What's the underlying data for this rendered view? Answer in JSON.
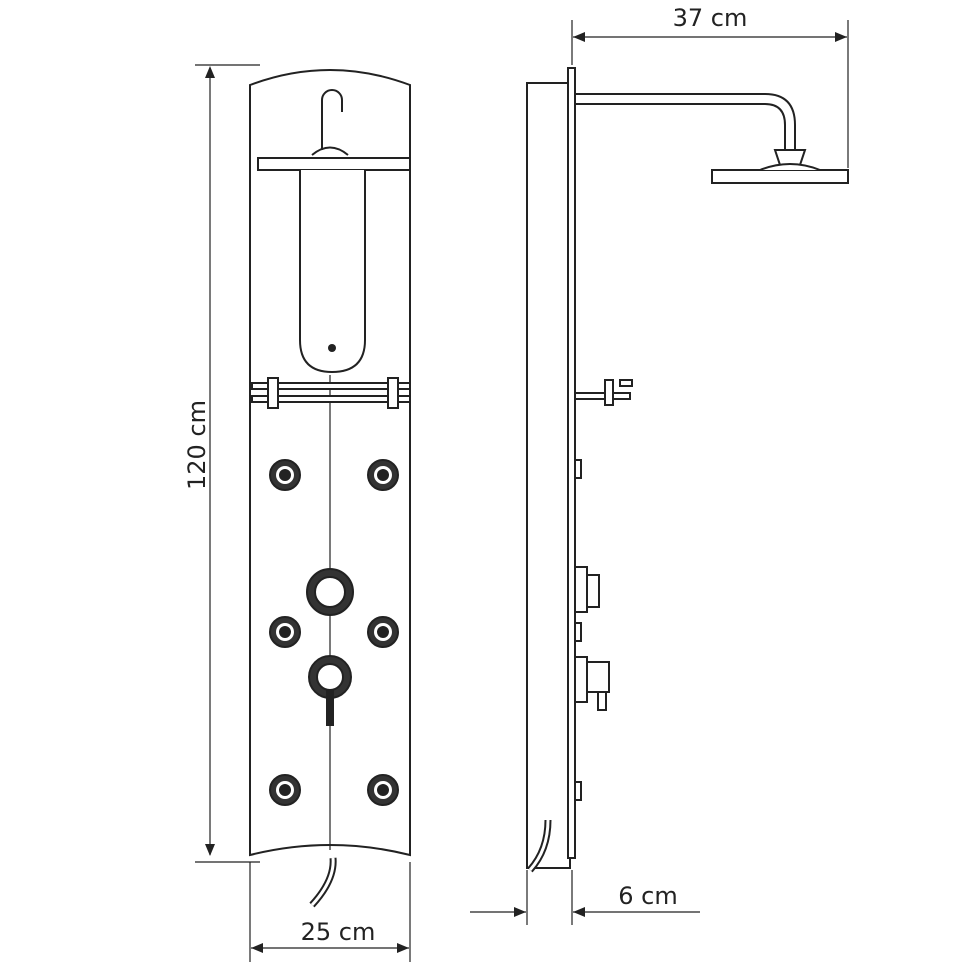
{
  "title": "Shower panel dimensions",
  "dimensions": {
    "height": "120 cm",
    "width": "25 cm",
    "depth": "6 cm",
    "arm_reach": "37 cm"
  },
  "colors": {
    "line": "#222222",
    "background": "#ffffff"
  }
}
